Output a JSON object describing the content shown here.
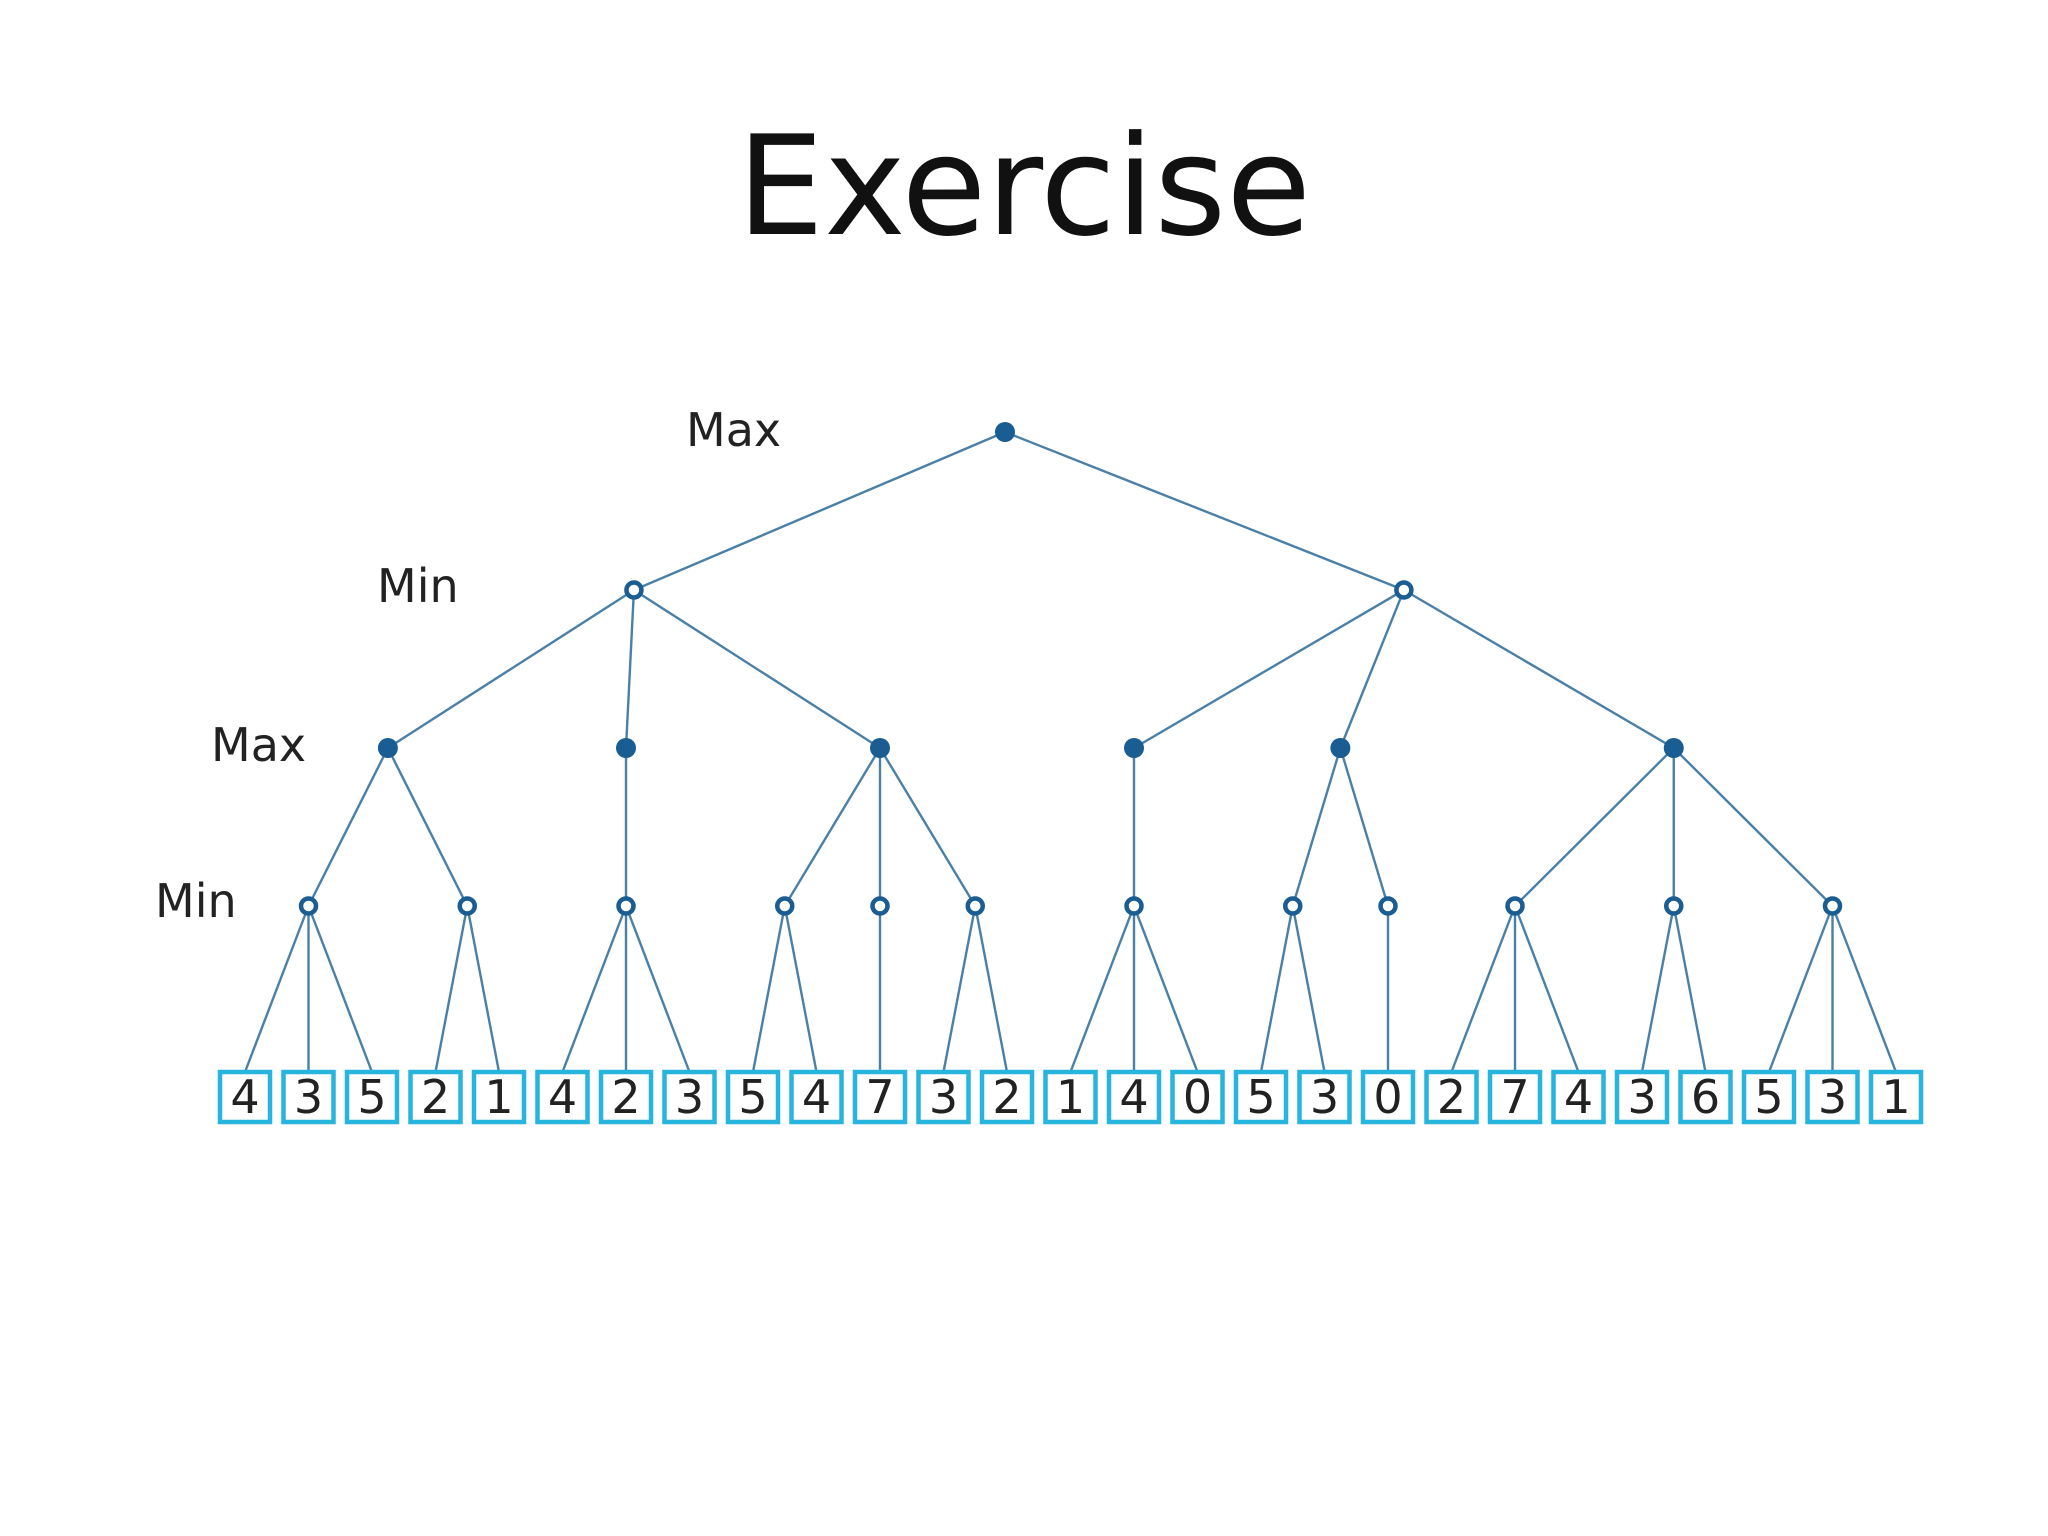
{
  "title": "Exercise",
  "colors": {
    "edge": "#4a80a8",
    "node": "#1a5d93",
    "leaf_border": "#27b4dd"
  },
  "levels": [
    "Max",
    "Min",
    "Max",
    "Min"
  ],
  "tree": {
    "type": "max",
    "children": [
      {
        "type": "min",
        "children": [
          {
            "type": "max",
            "children": [
              {
                "type": "min",
                "children": [
                  4,
                  3,
                  5
                ]
              },
              {
                "type": "min",
                "children": [
                  2,
                  1
                ]
              }
            ]
          },
          {
            "type": "max",
            "children": [
              {
                "type": "min",
                "children": [
                  4,
                  2,
                  3
                ]
              }
            ]
          },
          {
            "type": "max",
            "children": [
              {
                "type": "min",
                "children": [
                  5,
                  4
                ]
              },
              {
                "type": "min",
                "children": [
                  7
                ]
              },
              {
                "type": "min",
                "children": [
                  3,
                  2
                ]
              }
            ]
          }
        ]
      },
      {
        "type": "min",
        "children": [
          {
            "type": "max",
            "children": [
              {
                "type": "min",
                "children": [
                  1,
                  4,
                  0
                ]
              }
            ]
          },
          {
            "type": "max",
            "children": [
              {
                "type": "min",
                "children": [
                  5,
                  3
                ]
              },
              {
                "type": "min",
                "children": [
                  0
                ]
              }
            ]
          },
          {
            "type": "max",
            "children": [
              {
                "type": "min",
                "children": [
                  2,
                  7,
                  4
                ]
              },
              {
                "type": "min",
                "children": [
                  3,
                  6
                ]
              },
              {
                "type": "min",
                "children": [
                  5,
                  3,
                  1
                ]
              }
            ]
          }
        ]
      }
    ]
  }
}
